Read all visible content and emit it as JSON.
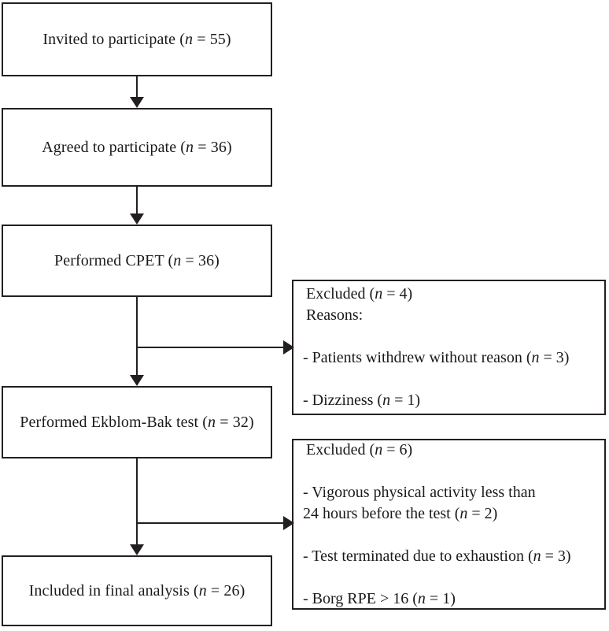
{
  "figure": {
    "type": "flowchart",
    "orientation": "vertical-with-side-branches",
    "accent_color": "#231f20",
    "background_color": "#ffffff"
  },
  "main_flow": [
    {
      "id": "invited",
      "label_prefix": "Invited to participate (",
      "n_symbol": "n",
      "label_middle": " = ",
      "count": "55",
      "label_suffix": ")"
    },
    {
      "id": "agreed",
      "label_prefix": "Agreed to participate (",
      "n_symbol": "n",
      "label_middle": " = ",
      "count": "36",
      "label_suffix": ")"
    },
    {
      "id": "cpet",
      "label_prefix": "Performed CPET (",
      "n_symbol": "n",
      "label_middle": " = ",
      "count": "36",
      "label_suffix": ")"
    },
    {
      "id": "ekblom-bak",
      "label_prefix": "Performed Ekblom-Bak test (",
      "n_symbol": "n",
      "label_middle": " = ",
      "count": "32",
      "label_suffix": ")"
    },
    {
      "id": "included",
      "label_prefix": "Included in final analysis (",
      "n_symbol": "n",
      "label_middle": " = ",
      "count": "26",
      "label_suffix": ")"
    }
  ],
  "exclusions": [
    {
      "id": "exclusion-1",
      "title_prefix": "Excluded (",
      "n_symbol": "n",
      "title_middle": " = ",
      "title_count": "4",
      "title_suffix": ")",
      "subtitle": "Reasons:",
      "items": [
        {
          "text_prefix": "- Patients withdrew without reason (",
          "n_symbol": "n",
          "text_middle": " = ",
          "count": "3",
          "text_suffix": ")"
        },
        {
          "text_prefix": "- Dizziness (",
          "n_symbol": "n",
          "text_middle": " = ",
          "count": "1",
          "text_suffix": ")"
        }
      ]
    },
    {
      "id": "exclusion-2",
      "title_prefix": "Excluded (",
      "n_symbol": "n",
      "title_middle": " = ",
      "title_count": "6",
      "title_suffix": ")",
      "subtitle": "",
      "items": [
        {
          "text_prefix": "- Vigorous physical activity less than\n   24 hours before the test (",
          "n_symbol": "n",
          "text_middle": " = ",
          "count": "2",
          "text_suffix": ")"
        },
        {
          "text_prefix": "- Test terminated due to exhaustion (",
          "n_symbol": "n",
          "text_middle": " = ",
          "count": "3",
          "text_suffix": ")"
        },
        {
          "text_prefix": "- Borg RPE > 16 (",
          "n_symbol": "n",
          "text_middle": " = ",
          "count": "1",
          "text_suffix": ")"
        }
      ]
    }
  ]
}
